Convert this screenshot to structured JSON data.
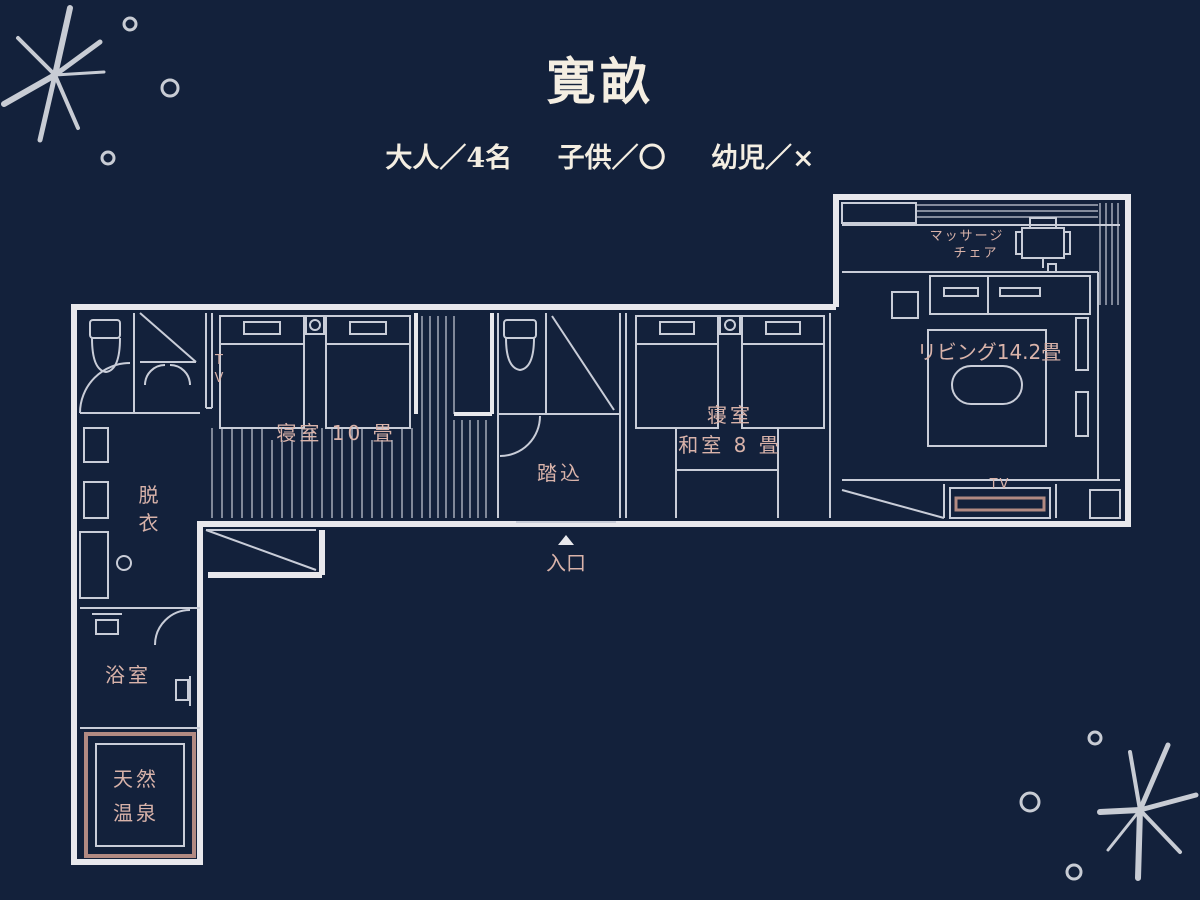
{
  "title": "寛畝",
  "capacity": {
    "adults": "大人／4名",
    "children": "子供／〇",
    "infants": "幼児／×"
  },
  "rooms": {
    "bedroom_western": "寝室 10 畳",
    "bedroom_japanese_1": "寝室",
    "bedroom_japanese_2": "和室 8 畳",
    "living": "リビング14.2畳",
    "massage_1": "マッサージ",
    "massage_2": "チェア",
    "entry_step": "踏込",
    "entrance": "入口",
    "dressing_1": "脱",
    "dressing_2": "衣",
    "bath": "浴室",
    "onsen_1": "天然",
    "onsen_2": "温泉",
    "tv_living": "TV",
    "tv_bedroom_t": "T",
    "tv_bedroom_v": "V"
  },
  "colors": {
    "background": "#13213b",
    "wall": "#e8e8ec",
    "line": "#c9cdd8",
    "label": "#d9b3aa",
    "heading": "#f4eee2"
  }
}
